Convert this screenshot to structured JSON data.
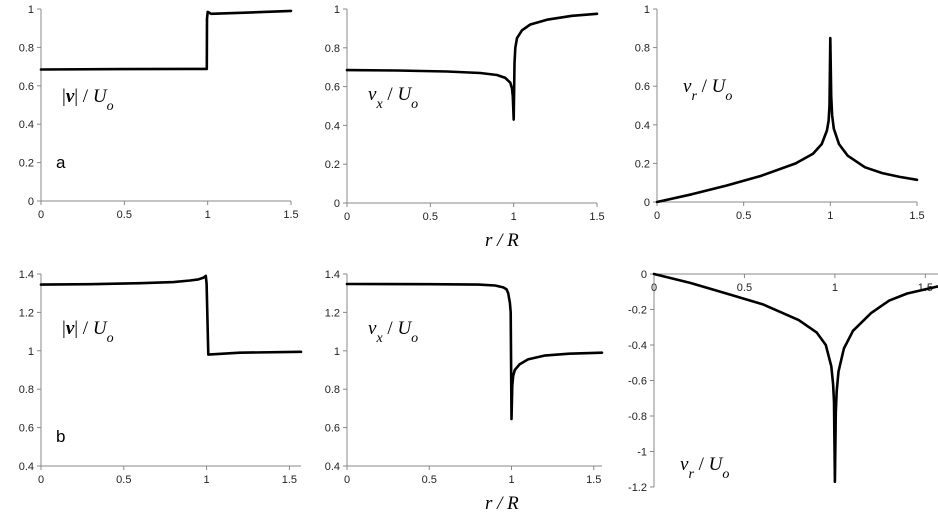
{
  "chart_data": [
    {
      "type": "line",
      "panel": "a",
      "ylabel": "|v| / Uo",
      "ylabel_parts": {
        "pre": "|",
        "sym": "v",
        "sub": "",
        "mid": "| / ",
        "sym2": "U",
        "sub2": "o"
      },
      "panel_label": "a",
      "xlim": [
        0,
        1.5
      ],
      "ylim": [
        0,
        1
      ],
      "xticks": [
        "0",
        "0.5",
        "1",
        "1.5"
      ],
      "yticks": [
        "0",
        "0.2",
        "0.4",
        "0.6",
        "0.8",
        "1"
      ],
      "series": [
        {
          "x": [
            0,
            0.5,
            0.9,
            0.995,
            0.996,
            1.0,
            1.02,
            1.2,
            1.5
          ],
          "y": [
            0.685,
            0.687,
            0.688,
            0.688,
            0.95,
            0.985,
            0.975,
            0.98,
            0.99
          ]
        }
      ]
    },
    {
      "type": "line",
      "panel": "a",
      "ylabel": "vx / Uo",
      "ylabel_parts": {
        "pre": "",
        "sym": "v",
        "sub": "x",
        "mid": " / ",
        "sym2": "U",
        "sub2": "o"
      },
      "xlim": [
        0,
        1.5
      ],
      "ylim": [
        0,
        1
      ],
      "xticks": [
        "0",
        "0.5",
        "1",
        "1.5"
      ],
      "yticks": [
        "0",
        "0.2",
        "0.4",
        "0.6",
        "0.8",
        "1"
      ],
      "series": [
        {
          "x": [
            0,
            0.3,
            0.6,
            0.8,
            0.9,
            0.95,
            0.98,
            0.99,
            0.995,
            1.0,
            1.005,
            1.01,
            1.02,
            1.05,
            1.1,
            1.2,
            1.35,
            1.5
          ],
          "y": [
            0.685,
            0.683,
            0.678,
            0.67,
            0.66,
            0.645,
            0.62,
            0.59,
            0.55,
            0.43,
            0.72,
            0.8,
            0.85,
            0.89,
            0.92,
            0.945,
            0.965,
            0.975
          ]
        }
      ]
    },
    {
      "type": "line",
      "panel": "a",
      "ylabel": "vr / Uo",
      "ylabel_parts": {
        "pre": "",
        "sym": "v",
        "sub": "r",
        "mid": " / ",
        "sym2": "U",
        "sub2": "o"
      },
      "xlim": [
        0,
        1.5
      ],
      "ylim": [
        0,
        1
      ],
      "xticks": [
        "0",
        "0.5",
        "1",
        "1.5"
      ],
      "yticks": [
        "0",
        "0.2",
        "0.4",
        "0.6",
        "0.8",
        "1"
      ],
      "series": [
        {
          "x": [
            0,
            0.2,
            0.4,
            0.6,
            0.8,
            0.9,
            0.95,
            0.98,
            0.99,
            0.995,
            1.0,
            1.005,
            1.01,
            1.02,
            1.05,
            1.1,
            1.2,
            1.3,
            1.4,
            1.5
          ],
          "y": [
            0,
            0.04,
            0.085,
            0.135,
            0.2,
            0.25,
            0.3,
            0.37,
            0.42,
            0.5,
            0.85,
            0.55,
            0.45,
            0.38,
            0.3,
            0.24,
            0.18,
            0.15,
            0.13,
            0.115
          ]
        }
      ]
    },
    {
      "type": "line",
      "panel": "b",
      "ylabel": "|v| / Uo",
      "ylabel_parts": {
        "pre": "|",
        "sym": "v",
        "sub": "",
        "mid": "| / ",
        "sym2": "U",
        "sub2": "o"
      },
      "panel_label": "b",
      "xlim": [
        0,
        1.57
      ],
      "ylim": [
        0.4,
        1.4
      ],
      "xticks": [
        "0",
        "0.5",
        "1",
        "1.5"
      ],
      "yticks": [
        "0.4",
        "0.6",
        "0.8",
        "1",
        "1.2",
        "1.4"
      ],
      "series": [
        {
          "x": [
            0,
            0.3,
            0.6,
            0.8,
            0.9,
            0.95,
            0.98,
            0.995,
            1.0,
            1.01,
            1.2,
            1.57
          ],
          "y": [
            1.345,
            1.347,
            1.352,
            1.358,
            1.366,
            1.372,
            1.38,
            1.39,
            1.35,
            0.98,
            0.99,
            0.995
          ]
        }
      ]
    },
    {
      "type": "line",
      "panel": "b",
      "ylabel": "vx / Uo",
      "ylabel_parts": {
        "pre": "",
        "sym": "v",
        "sub": "x",
        "mid": " / ",
        "sym2": "U",
        "sub2": "o"
      },
      "xlabel": "r / R",
      "xlim": [
        0,
        1.55
      ],
      "ylim": [
        0.4,
        1.4
      ],
      "xticks": [
        "0",
        "0.5",
        "1",
        "1.5"
      ],
      "yticks": [
        "0.4",
        "0.6",
        "0.8",
        "1",
        "1.2",
        "1.4"
      ],
      "series": [
        {
          "x": [
            0,
            0.5,
            0.8,
            0.9,
            0.95,
            0.97,
            0.98,
            0.99,
            0.995,
            1.0,
            1.005,
            1.01,
            1.02,
            1.05,
            1.1,
            1.2,
            1.35,
            1.55
          ],
          "y": [
            1.348,
            1.347,
            1.345,
            1.34,
            1.33,
            1.32,
            1.3,
            1.25,
            1.2,
            0.645,
            0.82,
            0.87,
            0.9,
            0.93,
            0.955,
            0.975,
            0.985,
            0.99
          ]
        }
      ]
    },
    {
      "type": "line",
      "panel": "b",
      "ylabel": "vr / Uo",
      "ylabel_parts": {
        "pre": "",
        "sym": "v",
        "sub": "r",
        "mid": " / ",
        "sym2": "U",
        "sub2": "o"
      },
      "xlim": [
        0,
        1.57
      ],
      "ylim": [
        -1.2,
        0
      ],
      "xticks": [
        "0",
        "0.5",
        "1",
        "1.5"
      ],
      "yticks": [
        "-1.2",
        "-1",
        "-0.8",
        "-0.6",
        "-0.4",
        "-0.2",
        "0"
      ],
      "series": [
        {
          "x": [
            0,
            0.2,
            0.4,
            0.6,
            0.8,
            0.9,
            0.95,
            0.98,
            0.99,
            0.995,
            1.0,
            1.005,
            1.01,
            1.02,
            1.05,
            1.1,
            1.2,
            1.3,
            1.4,
            1.57
          ],
          "y": [
            0,
            -0.05,
            -0.11,
            -0.17,
            -0.26,
            -0.33,
            -0.4,
            -0.52,
            -0.62,
            -0.72,
            -1.17,
            -0.78,
            -0.66,
            -0.55,
            -0.42,
            -0.32,
            -0.22,
            -0.15,
            -0.11,
            -0.07
          ]
        }
      ]
    }
  ],
  "top_xlabel": "r / R"
}
